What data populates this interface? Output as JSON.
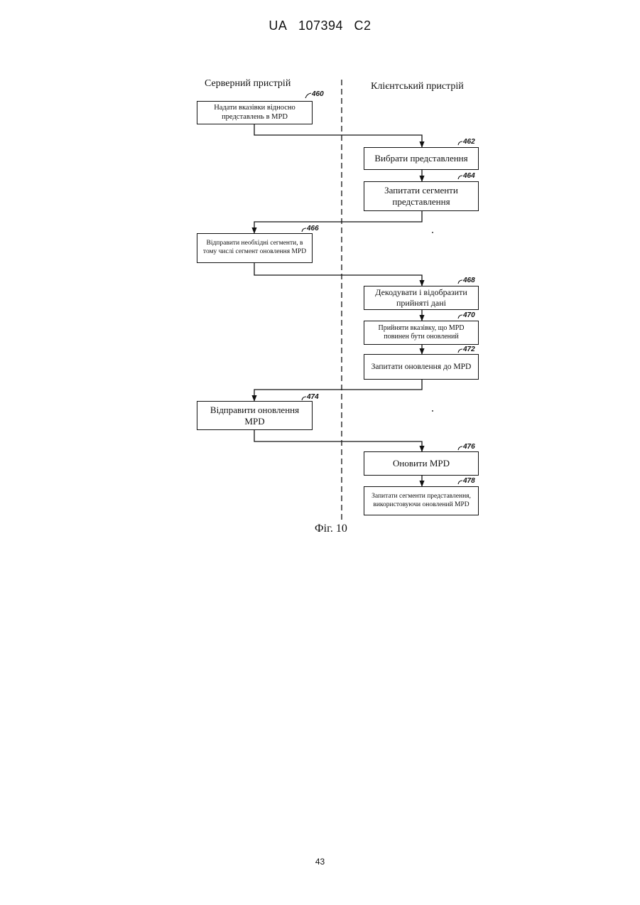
{
  "header": {
    "country": "UA",
    "number": "107394",
    "kind": "C2"
  },
  "lanes": {
    "server": "Серверний пристрій",
    "client": "Клієнтський пристрій"
  },
  "steps": {
    "s460": {
      "ref": "460",
      "text": "Надати вказівки відносно представлень в MPD"
    },
    "s462": {
      "ref": "462",
      "text": "Вибрати представлення"
    },
    "s464": {
      "ref": "464",
      "text": "Запитати сегменти представлення"
    },
    "s466": {
      "ref": "466",
      "text": "Відправити необхідні сегменти, в тому числі сегмент оновлення MPD"
    },
    "s468": {
      "ref": "468",
      "text": "Декодувати і відобразити прийняті дані"
    },
    "s470": {
      "ref": "470",
      "text": "Прийняти вказівку, що MPD повинен бути оновлений"
    },
    "s472": {
      "ref": "472",
      "text": "Запитати оновлення до MPD"
    },
    "s474": {
      "ref": "474",
      "text": "Відправити оновлення MPD"
    },
    "s476": {
      "ref": "476",
      "text": "Оновити MPD"
    },
    "s478": {
      "ref": "478",
      "text": "Запитати сегменти представлення, використовуючи оновлений MPD"
    }
  },
  "caption": "Фіг. 10",
  "page_number": "43"
}
